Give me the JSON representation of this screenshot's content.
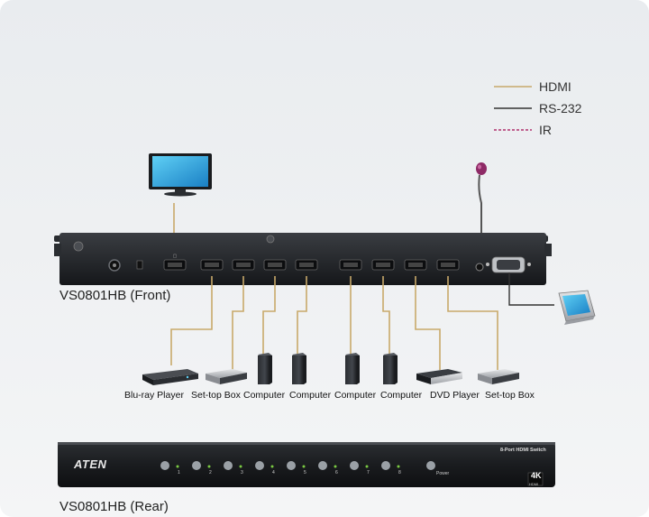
{
  "legend": [
    {
      "label": "HDMI",
      "color": "#c8a96a",
      "style": "solid"
    },
    {
      "label": "RS-232",
      "color": "#333333",
      "style": "solid"
    },
    {
      "label": "IR",
      "color": "#b0306e",
      "style": "dashed"
    }
  ],
  "front_label": "VS0801HB (Front)",
  "rear_label": "VS0801HB (Rear)",
  "devices": [
    {
      "label": "Blu-ray Player",
      "icon": "bluray-player-icon"
    },
    {
      "label": "Set-top Box",
      "icon": "settop-box-icon"
    },
    {
      "label": "Computer",
      "icon": "computer-tower-icon"
    },
    {
      "label": "Computer",
      "icon": "computer-tower-icon"
    },
    {
      "label": "Computer",
      "icon": "computer-tower-icon"
    },
    {
      "label": "Computer",
      "icon": "computer-tower-icon"
    },
    {
      "label": "DVD Player",
      "icon": "dvd-player-icon"
    },
    {
      "label": "Set-top Box",
      "icon": "settop-box-icon"
    }
  ],
  "rear_panel": {
    "brand": "ATEN",
    "product_title": "8-Port HDMI Switch",
    "badge_4k": "4K",
    "badge_hdmi": "HDMI",
    "port_numbers": [
      "1",
      "2",
      "3",
      "4",
      "5",
      "6",
      "7",
      "8"
    ],
    "power_label": "Power"
  },
  "icons": {
    "display": "lcd-monitor-icon",
    "terminal": "touch-panel-icon",
    "ir_sensor": "ir-receiver-icon"
  }
}
